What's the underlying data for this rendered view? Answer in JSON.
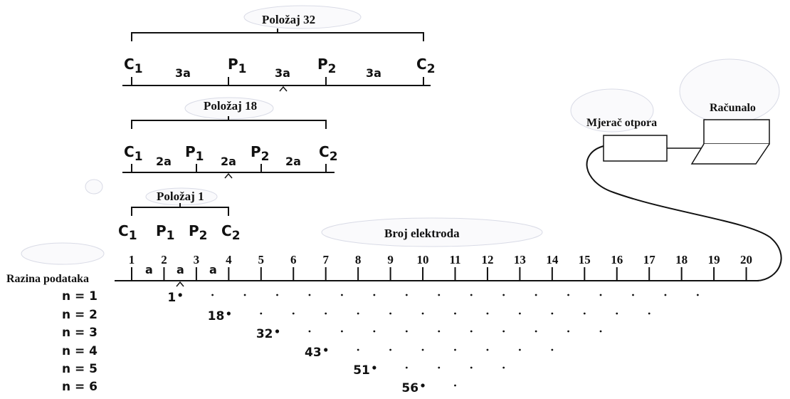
{
  "configs": [
    {
      "title": "Položaj 32",
      "electrodes": [
        {
          "letter": "C",
          "sub": "1"
        },
        {
          "letter": "P",
          "sub": "1"
        },
        {
          "letter": "P",
          "sub": "2"
        },
        {
          "letter": "C",
          "sub": "2"
        }
      ],
      "spacing": [
        "3a",
        "3a",
        "3a"
      ]
    },
    {
      "title": "Položaj 18",
      "electrodes": [
        {
          "letter": "C",
          "sub": "1"
        },
        {
          "letter": "P",
          "sub": "1"
        },
        {
          "letter": "P",
          "sub": "2"
        },
        {
          "letter": "C",
          "sub": "2"
        }
      ],
      "spacing": [
        "2a",
        "2a",
        "2a"
      ]
    },
    {
      "title": "Položaj 1",
      "electrodes": [
        {
          "letter": "C",
          "sub": "1"
        },
        {
          "letter": "P",
          "sub": "1"
        },
        {
          "letter": "P",
          "sub": "2"
        },
        {
          "letter": "C",
          "sub": "2"
        }
      ]
    }
  ],
  "equipment": {
    "meter_label": "Mjerač otpora",
    "computer_label": "Računalo"
  },
  "electrode_line": {
    "title": "Broj elektroda",
    "numbers": [
      "1",
      "2",
      "3",
      "4",
      "5",
      "6",
      "7",
      "8",
      "9",
      "10",
      "11",
      "12",
      "13",
      "14",
      "15",
      "16",
      "17",
      "18",
      "19",
      "20"
    ],
    "unit_spacing": [
      "a",
      "a",
      "a"
    ]
  },
  "data_levels": {
    "label": "Razina podataka",
    "levels": [
      "n = 1",
      "n = 2",
      "n = 3",
      "n = 4",
      "n = 5",
      "n = 6"
    ],
    "point_counts": [
      17,
      14,
      11,
      8,
      5,
      2
    ],
    "highlighted": [
      {
        "level": 1,
        "label": "1"
      },
      {
        "level": 2,
        "label": "18"
      },
      {
        "level": 3,
        "label": "32"
      },
      {
        "level": 4,
        "label": "43"
      },
      {
        "level": 5,
        "label": "51"
      },
      {
        "level": 6,
        "label": "56"
      }
    ]
  }
}
